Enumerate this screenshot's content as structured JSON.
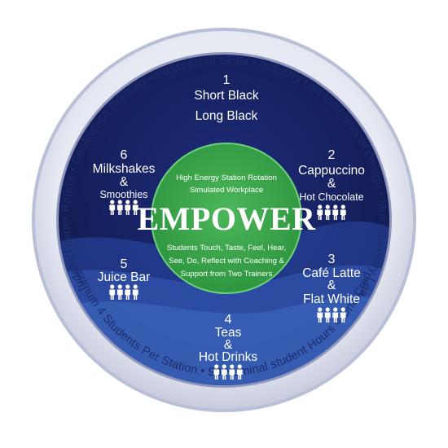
{
  "center": {
    "top_line_1": "High Energy Station Rotation",
    "top_line_2": "Simulated Workplace",
    "title": "EMPOWER",
    "bottom_line_1": "Students Touch, Taste, Feel, Hear,",
    "bottom_line_2": "See, Do, Reflect with Coaching &",
    "bottom_line_3": "Support from Two Trainers"
  },
  "stations": [
    {
      "number": "1",
      "line_1": "Short Black",
      "line_2": "",
      "line_3": "Long Black",
      "people": 0
    },
    {
      "number": "2",
      "line_1": "Cappuccino",
      "line_2": "&",
      "line_3": "Hot Chocolate",
      "people": 4
    },
    {
      "number": "3",
      "line_1": "Café Latte",
      "line_2": "&",
      "line_3": "Flat White",
      "people": 4
    },
    {
      "number": "4",
      "line_1": "Teas",
      "line_2": "&",
      "line_3": "Hot Drinks",
      "people": 4
    },
    {
      "number": "5",
      "line_1": "Juice Bar",
      "line_2": "",
      "line_3": "",
      "people": 4
    },
    {
      "number": "6",
      "line_1": "Milkshakes",
      "line_2": "&",
      "line_3": "Smoothies",
      "people": 4
    }
  ],
  "ring": {
    "top": "Low Student/Trainer Ratio's • Confidence Building • Passport of Skills • Industry Led Instructional Design • Multi-Sensory Learning",
    "bottom": "Maximum 4 Students Per Station • 90 Nominal student Hours = One Credit •"
  },
  "icons": {
    "people": "person-group-icon",
    "separator": "bullet-dot-icon"
  },
  "colors": {
    "outer_ring": "#d9dcea",
    "navy": "#15205e",
    "center_green": "#3aa64a",
    "ring_text": "#1c2c6b"
  }
}
